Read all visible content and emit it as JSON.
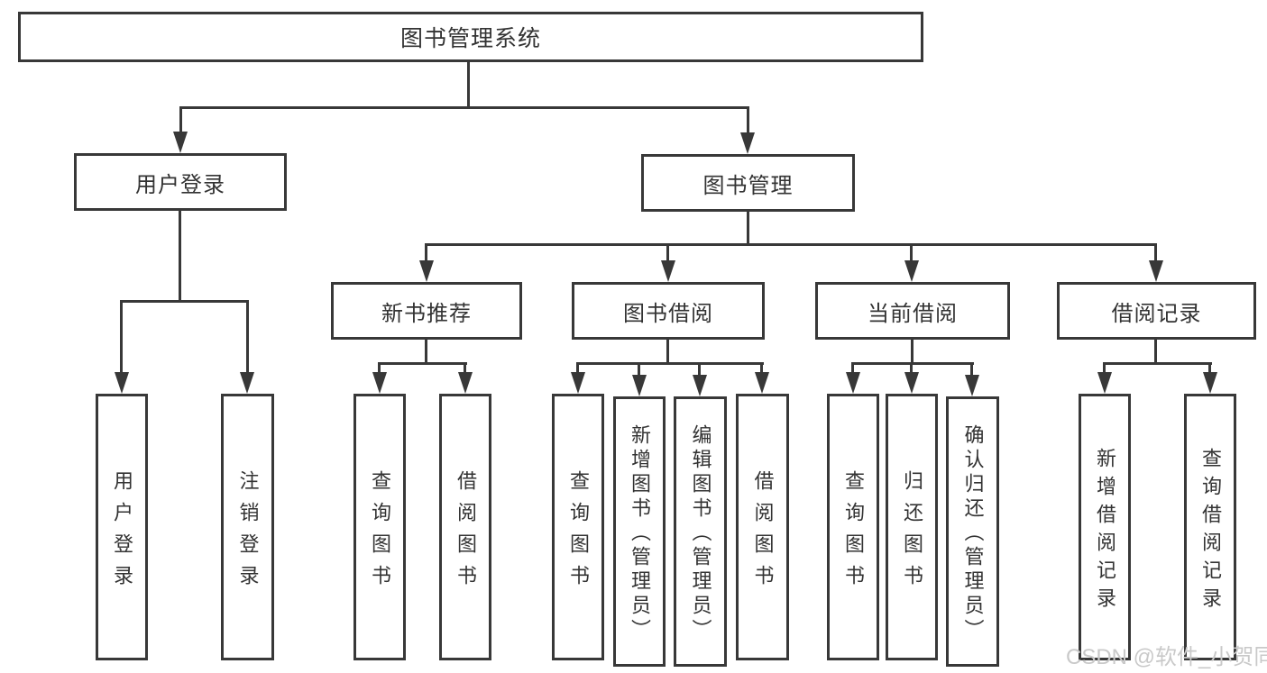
{
  "tree": {
    "title": "图书管理系统",
    "children": [
      {
        "label": "用户登录",
        "children": [
          {
            "label": "用户登录"
          },
          {
            "label": "注销登录"
          }
        ]
      },
      {
        "label": "图书管理",
        "children": [
          {
            "label": "新书推荐",
            "children": [
              {
                "label": "查询图书"
              },
              {
                "label": "借阅图书"
              }
            ]
          },
          {
            "label": "图书借阅",
            "children": [
              {
                "label": "查询图书"
              },
              {
                "label": "新增图书（管理员）"
              },
              {
                "label": "编辑图书（管理员）"
              },
              {
                "label": "借阅图书"
              }
            ]
          },
          {
            "label": "当前借阅",
            "children": [
              {
                "label": "查询图书"
              },
              {
                "label": "归还图书"
              },
              {
                "label": "确认归还（管理员）"
              }
            ]
          },
          {
            "label": "借阅记录",
            "children": [
              {
                "label": "新增借阅记录"
              },
              {
                "label": "查询借阅记录"
              }
            ]
          }
        ]
      }
    ]
  },
  "watermark": {
    "text": "CSDN @软件_小贺同学"
  },
  "colors": {
    "line": "#383838",
    "text": "#333333",
    "watermark": "#c9c9c9",
    "background": "#ffffff"
  }
}
